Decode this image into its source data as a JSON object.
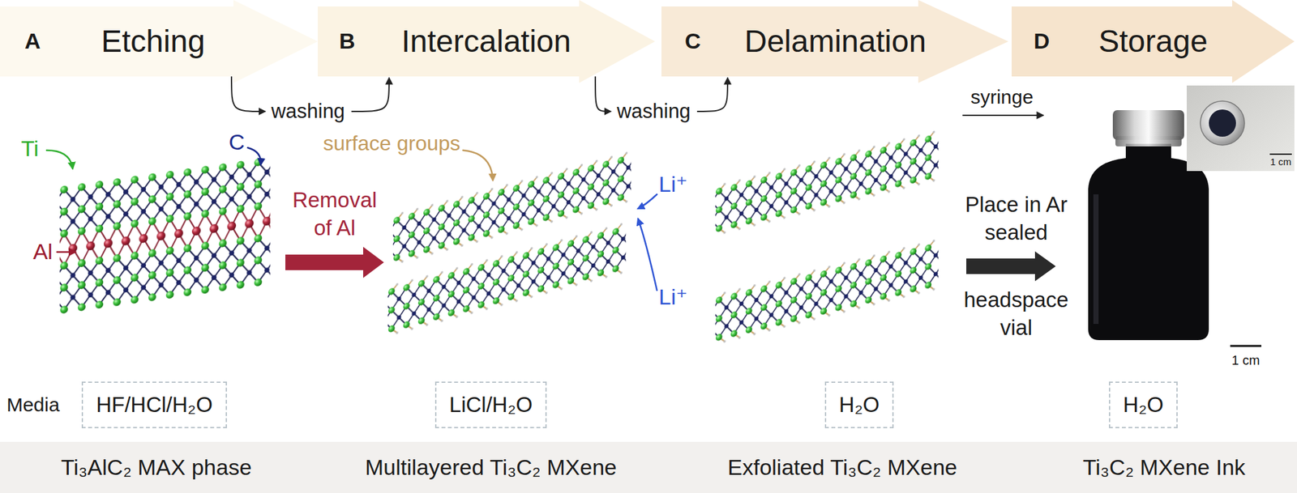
{
  "diagram": {
    "nodes": [
      {
        "text": [
          "A",
          "Etching"
        ]
      },
      {
        "text": [
          "B",
          "Intercalation"
        ]
      },
      {
        "text": [
          "C",
          "Delamination"
        ]
      },
      {
        "text": [
          "D",
          "Storage"
        ]
      },
      {
        "text": [
          "HF/HCl/H₂O"
        ]
      },
      {
        "text": [
          "LiCl/H₂O"
        ]
      },
      {
        "text": [
          "H₂O"
        ]
      },
      {
        "text": [
          "H₂O"
        ]
      },
      {
        "text": [
          "Ti₃AlC₂ MAX phase",
          "Multilayered Ti₃C₂ MXene",
          "Exfoliated Ti₃C₂ MXene",
          "Ti₃C₂ MXene Ink"
        ]
      }
    ],
    "edges": [
      {
        "from": 0,
        "to": 1,
        "label": "washing",
        "arrow": "to"
      },
      {
        "from": 1,
        "to": 2,
        "label": "washing",
        "arrow": "to"
      }
    ],
    "labels": [
      "Ti",
      "C",
      "Al",
      "surface groups",
      "Removal of Al",
      "Li⁺",
      "Li⁺",
      "syringe",
      "Place in Ar sealed",
      "headspace vial",
      "1 cm",
      "1 cm",
      "Media"
    ]
  }
}
